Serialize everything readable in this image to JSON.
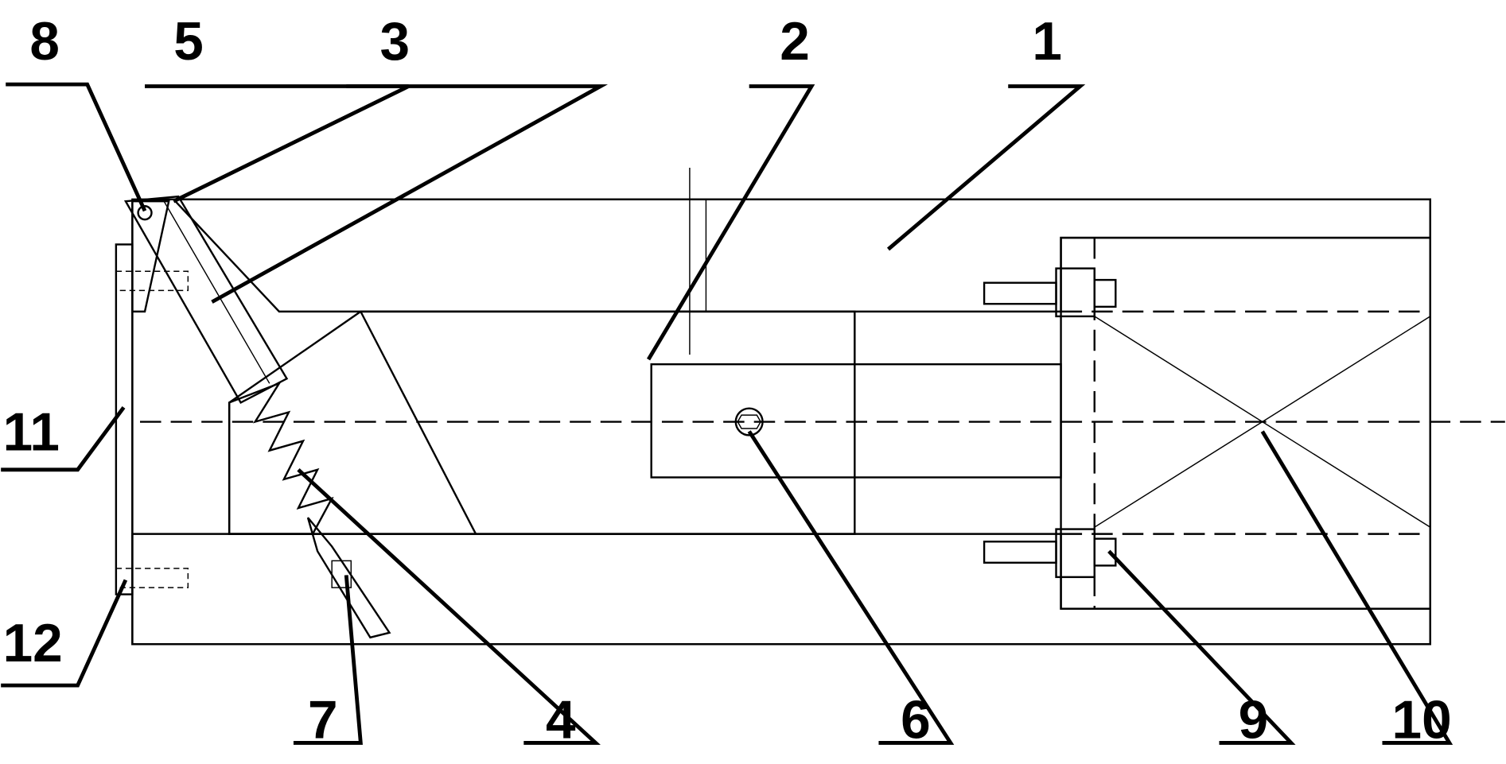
{
  "figure": {
    "part_labels": [
      "1",
      "2",
      "3",
      "4",
      "5",
      "6",
      "7",
      "8",
      "9",
      "10",
      "11",
      "12"
    ]
  }
}
